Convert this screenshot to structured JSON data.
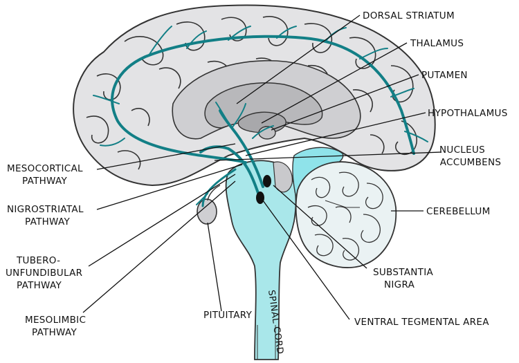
{
  "colors": {
    "cortex_fill": "#e3e3e5",
    "inner_fill": "#c9c9cc",
    "deep_fill": "#b5b5b8",
    "cyan_fill": "#a9e7ea",
    "cyan_bright": "#8fe3ea",
    "pathway": "#127f86",
    "outline": "#333333"
  },
  "labels": {
    "dorsal_striatum": [
      "DORSAL STRIATUM"
    ],
    "thalamus": [
      "THALAMUS"
    ],
    "putamen": [
      "PUTAMEN"
    ],
    "hypothalamus": [
      "HYPOTHALAMUS"
    ],
    "nucleus_accumbens": [
      "NUCLEUS",
      "ACCUMBENS"
    ],
    "cerebellum": [
      "CEREBELLUM"
    ],
    "substantia_nigra": [
      "SUBSTANTIA",
      "NIGRA"
    ],
    "ventral_tegmental_area": [
      "VENTRAL TEGMENTAL AREA"
    ],
    "mesocortical_pathway": [
      "MESOCORTICAL",
      "PATHWAY"
    ],
    "nigrostriatal_pathway": [
      "NIGROSTRIATAL",
      "PATHWAY"
    ],
    "tuberoinfundibular_pathway": [
      "TUBERO-",
      "UNFUNDIBULAR",
      "PATHWAY"
    ],
    "mesolimbic_pathway": [
      "MESOLIMBIC",
      "PATHWAY"
    ],
    "pituitary": [
      "PITUITARY"
    ],
    "spinal_cord": [
      "SPINAL CORD"
    ]
  }
}
